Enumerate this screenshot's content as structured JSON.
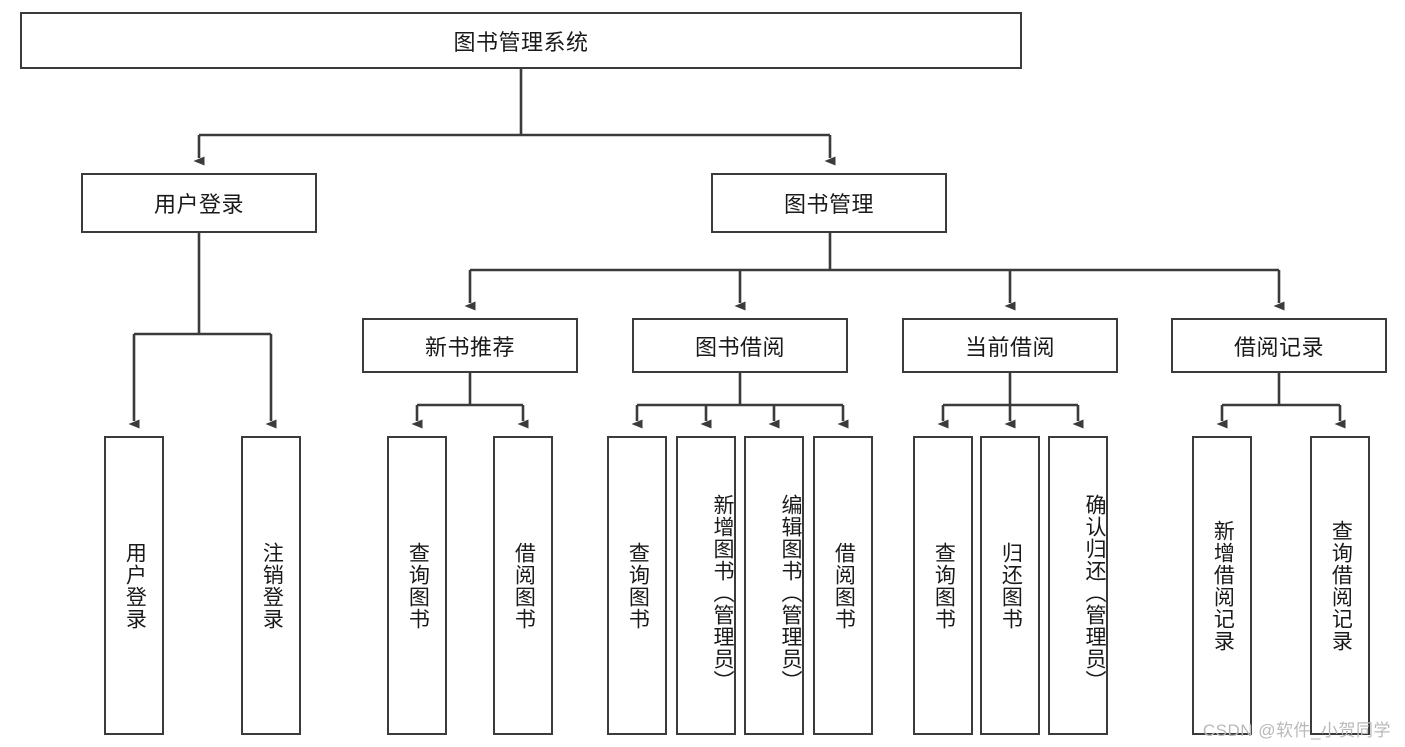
{
  "diagram": {
    "title": "图书管理系统",
    "root": {
      "label": "图书管理系统"
    },
    "level2": [
      {
        "label": "用户登录"
      },
      {
        "label": "图书管理"
      }
    ],
    "level3": [
      {
        "label": "新书推荐"
      },
      {
        "label": "图书借阅"
      },
      {
        "label": "当前借阅"
      },
      {
        "label": "借阅记录"
      }
    ],
    "leaves": [
      {
        "label": "用户登录",
        "parent": "用户登录"
      },
      {
        "label": "注销登录",
        "parent": "用户登录"
      },
      {
        "label": "查询图书",
        "parent": "新书推荐"
      },
      {
        "label": "借阅图书",
        "parent": "新书推荐"
      },
      {
        "label": "查询图书",
        "parent": "图书借阅"
      },
      {
        "label": "新增图书（管理员）",
        "parent": "图书借阅"
      },
      {
        "label": "编辑图书（管理员）",
        "parent": "图书借阅"
      },
      {
        "label": "借阅图书",
        "parent": "图书借阅"
      },
      {
        "label": "查询图书",
        "parent": "当前借阅"
      },
      {
        "label": "归还图书",
        "parent": "当前借阅"
      },
      {
        "label": "确认归还（管理员）",
        "parent": "当前借阅"
      },
      {
        "label": "新增借阅记录",
        "parent": "借阅记录"
      },
      {
        "label": "查询借阅记录",
        "parent": "借阅记录"
      }
    ]
  },
  "watermark": {
    "text": "CSDN @软件_小贺同学"
  },
  "colors": {
    "stroke": "#3b3b3b",
    "background": "#ffffff",
    "text": "#1a1a1a",
    "watermark": "#b9b9b9"
  }
}
